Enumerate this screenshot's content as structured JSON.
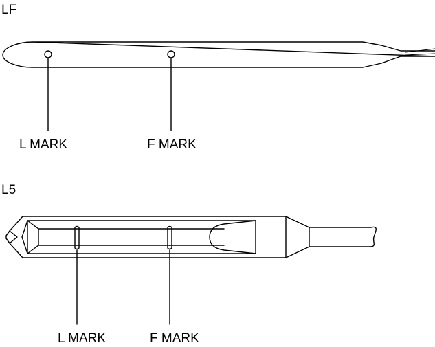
{
  "figures": [
    {
      "id": "lf",
      "heading": "LF",
      "marks": {
        "l": "L MARK",
        "f": "F MARK"
      }
    },
    {
      "id": "l5",
      "heading": "L5",
      "marks": {
        "l": "L MARK",
        "f": "F MARK"
      }
    }
  ]
}
